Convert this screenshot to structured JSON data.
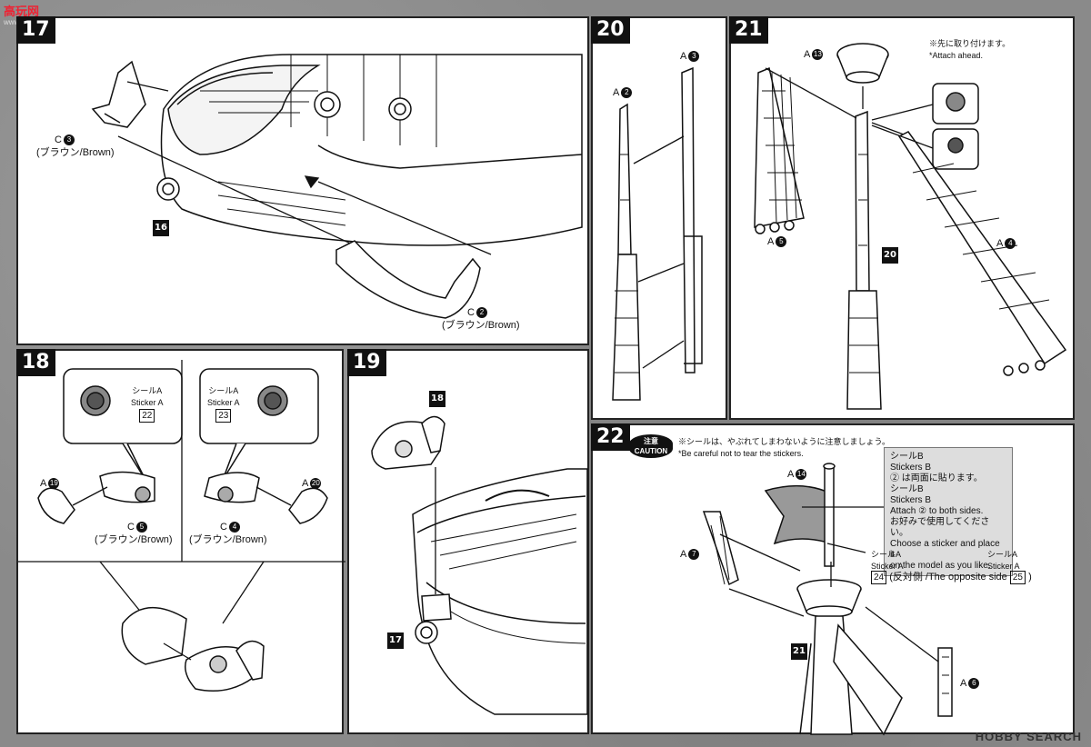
{
  "watermark": {
    "site_cn": "高玩网",
    "site_url": "www.gaoxshop.com",
    "brand": "HOBBY SEARCH"
  },
  "step17": {
    "number": "17",
    "c3_label": "C",
    "c3_num": "3",
    "c3_color": "(ブラウン/Brown)",
    "part16": "16",
    "c2_label": "C",
    "c2_num": "2",
    "c2_color": "(ブラウン/Brown)"
  },
  "step18": {
    "number": "18",
    "left": {
      "sticker_jp": "シールA",
      "sticker_en": "Sticker A",
      "sticker_num": "22",
      "a_label": "A",
      "a_num": "19",
      "c_label": "C",
      "c_num": "5",
      "c_color": "(ブラウン/Brown)"
    },
    "right": {
      "sticker_jp": "シールA",
      "sticker_en": "Sticker A",
      "sticker_num": "23",
      "a_label": "A",
      "a_num": "20",
      "c_label": "C",
      "c_num": "4",
      "c_color": "(ブラウン/Brown)"
    }
  },
  "step19": {
    "number": "19",
    "part18": "18",
    "part17": "17"
  },
  "step20": {
    "number": "20",
    "a2_label": "A",
    "a2_num": "2",
    "a3_label": "A",
    "a3_num": "3"
  },
  "step21": {
    "number": "21",
    "a13_label": "A",
    "a13_num": "13",
    "note_jp": "※先に取り付けます。",
    "note_en": "*Attach ahead.",
    "a5_label": "A",
    "a5_num": "5",
    "part20": "20",
    "a4_label": "A",
    "a4_num": "4"
  },
  "step22": {
    "number": "22",
    "caution_jp": "注意",
    "caution_en": "CAUTION",
    "caution_text_jp": "※シールは、やぶれてしまわないように注意しましょう。",
    "caution_text_en": "*Be careful not to tear the stickers.",
    "a14_label": "A",
    "a14_num": "14",
    "a7_label": "A",
    "a7_num": "7",
    "a6_label": "A",
    "a6_num": "6",
    "part21": "21",
    "box": {
      "line1": "シールB",
      "line2": "Stickers B",
      "line3": "② は両面に貼ります。",
      "line4": "シールB",
      "line5": "Stickers B",
      "line6": "Attach ② to both sides.",
      "line7": "お好みで使用してください。",
      "line8": "Choose a sticker and place it",
      "line9": "on the model as you like."
    },
    "sticker_a_jp": "シールA",
    "sticker_a_en": "Sticker A",
    "sticker24": "24",
    "opposite": "(反対側 /The opposite side",
    "sticker25": "25",
    "close": ")",
    "sticker_a_jp2": "シールA",
    "sticker_a_en2": "Sticker A"
  }
}
